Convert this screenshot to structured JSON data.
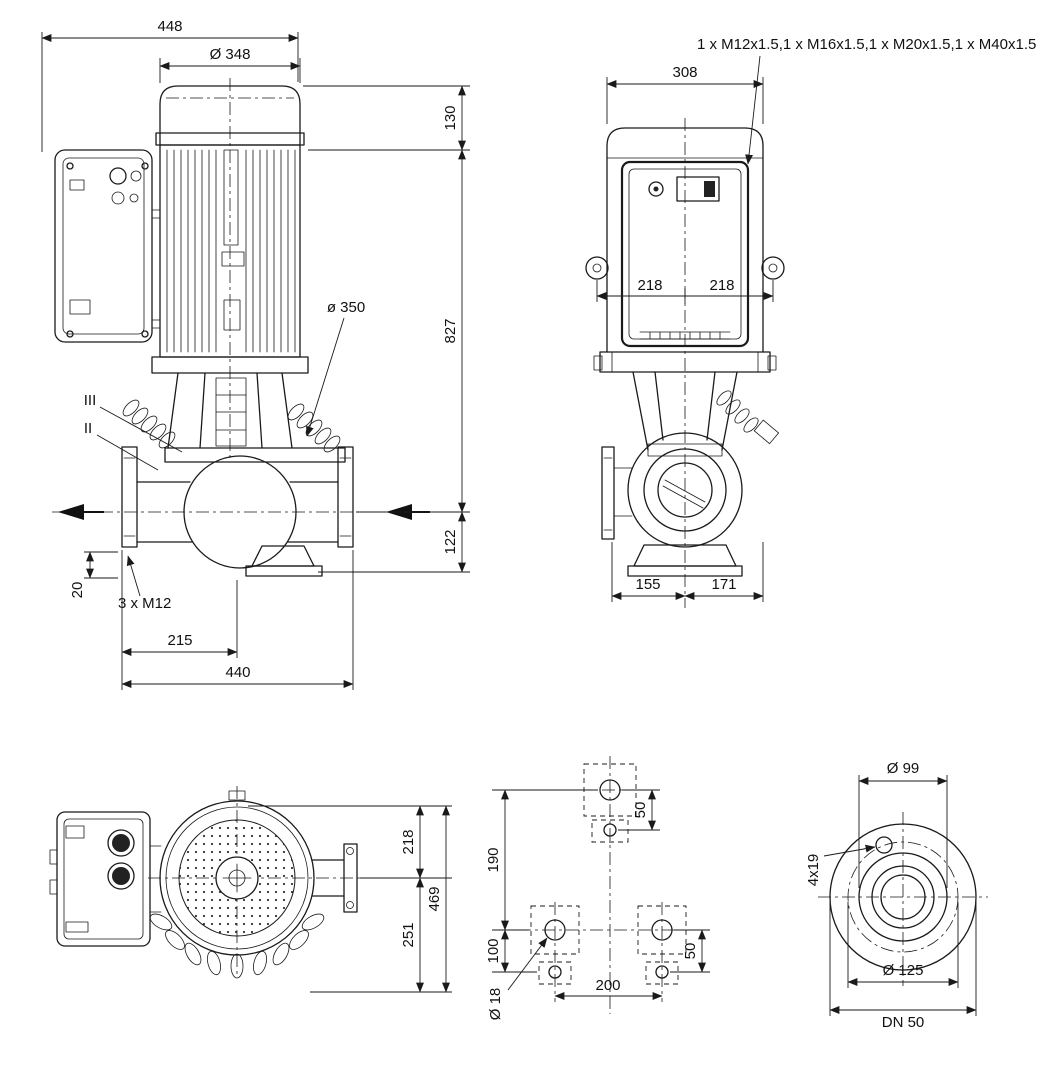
{
  "colors": {
    "line": "#1a1a1a",
    "background": "#ffffff"
  },
  "views": {
    "side": {
      "d448": "448",
      "d348": "Ø 348",
      "d130": "130",
      "d827": "827",
      "d350": "ø 350",
      "d122": "122",
      "d20": "20",
      "bolts": "3 x M12",
      "d215": "215",
      "d440": "440",
      "section_iii": "III",
      "section_ii": "II"
    },
    "front": {
      "glands": "1 x M12x1.5,1 x M16x1.5,1 x M20x1.5,1 x M40x1.5",
      "d308": "308",
      "d218a": "218",
      "d218b": "218",
      "d155": "155",
      "d171": "171"
    },
    "top": {
      "d218": "218",
      "d469": "469",
      "d251": "251"
    },
    "foundation": {
      "d50a": "50",
      "d190": "190",
      "d100": "100",
      "d50b": "50",
      "d200": "200",
      "d18": "Ø 18"
    },
    "flange": {
      "d99": "Ø 99",
      "holes": "4x19",
      "d125": "Ø 125",
      "dn": "DN 50"
    }
  }
}
